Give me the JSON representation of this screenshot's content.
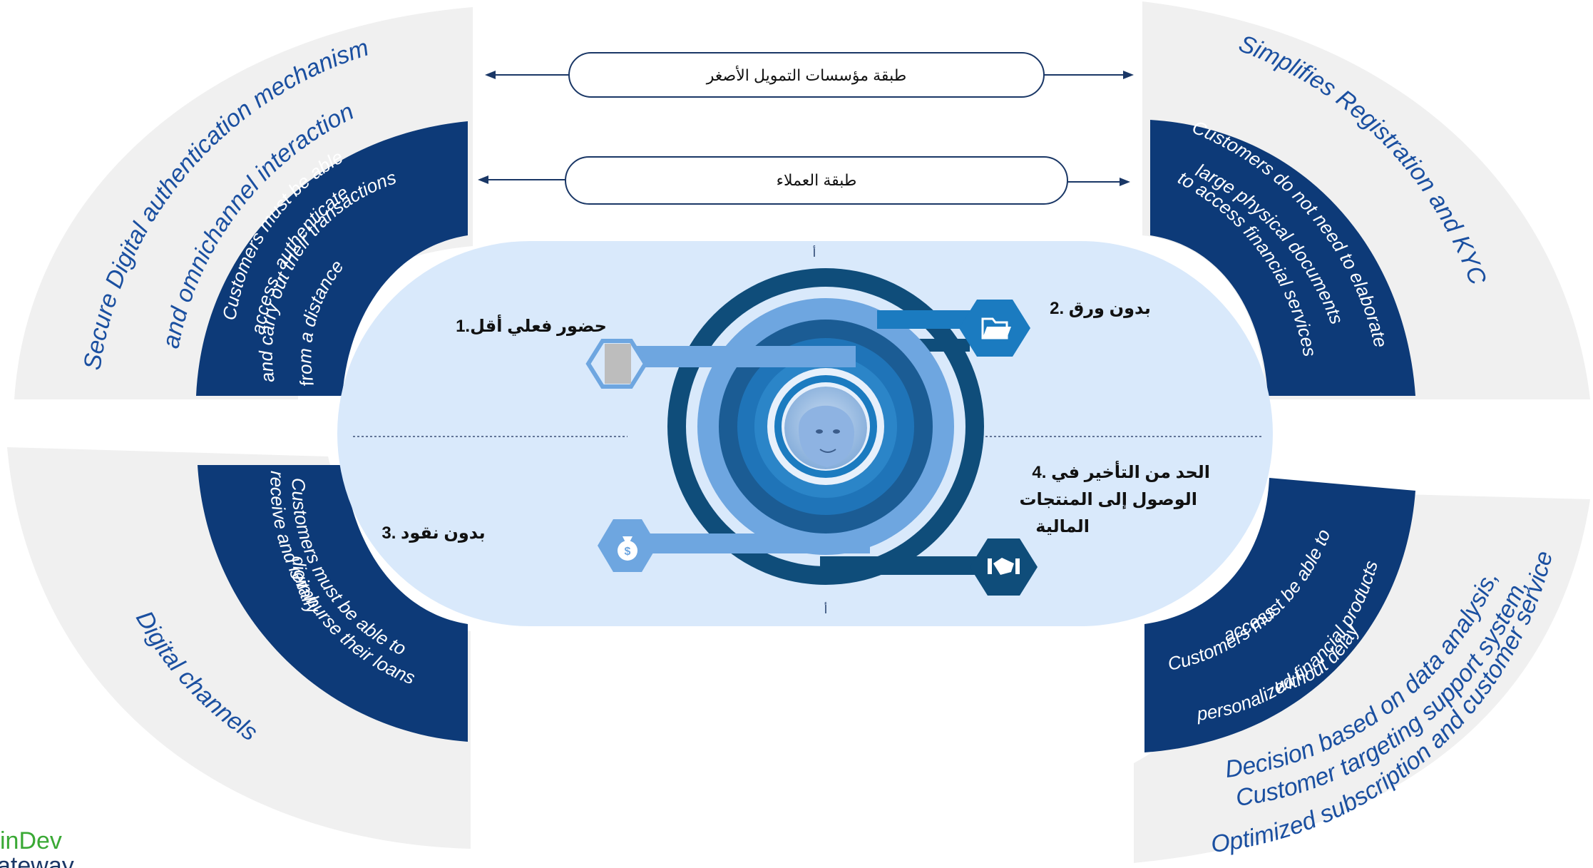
{
  "layers": {
    "mfi_layer": "طبقة مؤسسات التمويل الأصغر",
    "customer_layer": "طبقة العملاء"
  },
  "features": {
    "f1": "حضور فعلي أقل.1",
    "f2": "بدون ورق .2",
    "f3": "بدون نقود .3",
    "f4_line1": "الحد من التأخير في .4",
    "f4_line2": "الوصول إلى المنتجات",
    "f4_line3": "المالية"
  },
  "top_left": {
    "outer_line1": "Secure Digital authentication mechanism",
    "outer_line2": "and omnichannel interaction",
    "inner_line1": "Customers must be able",
    "inner_line2": "access, authenticate",
    "inner_line3": "and carry out their transactions",
    "inner_line4": "from a distance"
  },
  "top_right": {
    "outer_line1": "Simplifies Registration and KYC",
    "inner_line1": "Customers do not need to elaborate",
    "inner_line2": "large physical documents",
    "inner_line3": "to access financial services"
  },
  "bottom_left": {
    "outer_line1": "Digital channels",
    "inner_line1": "Customers must be able to",
    "inner_line2": "receive and reimburse their loans",
    "inner_line3": "digitally"
  },
  "bottom_right": {
    "outer_line1": "Decision based on data analysis,",
    "outer_line2": "Customer targeting support system,",
    "outer_line3": "Optimized subscription and customer service",
    "inner_line1": "Customers must be able to",
    "inner_line2": "access",
    "inner_line3": "personalized financial products",
    "inner_line4": "without delay"
  },
  "small_marks": {
    "top": "أ",
    "bottom": "أ"
  },
  "logo": {
    "line1": "inDev",
    "line2": "ateway"
  },
  "colors": {
    "navy": "#0d3a78",
    "dark_teal": "#0f4d7a",
    "mid_blue": "#1b7bc0",
    "light_blue": "#6ea6e0",
    "pill_bg": "#d9e9fb",
    "grey_band": "#f0f0f0",
    "logo_green": "#3aa935",
    "text_blue": "#1a4fa0"
  },
  "icons": [
    "card-icon",
    "folder-icon",
    "money-bag-icon",
    "handshake-icon",
    "person-photo"
  ]
}
